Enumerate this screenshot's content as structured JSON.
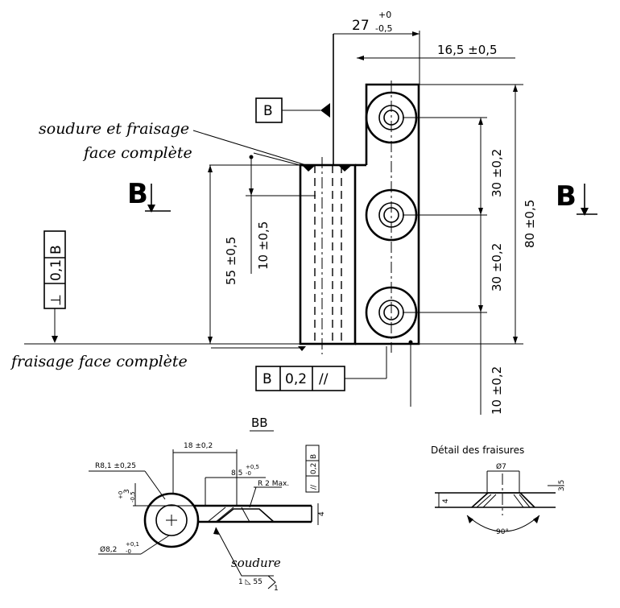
{
  "dimensions": {
    "width_27": "27",
    "width_27_tol_up": "+0",
    "width_27_tol_dn": "-0,5",
    "d_16_5": "16,5 ±0,5",
    "h_80": "80 ±0,5",
    "pitch_30_a": "30 ±0,2",
    "pitch_30_b": "30 ±0,2",
    "bottom_10": "10 ±0,2",
    "h_55": "55 ±0,5",
    "h_10": "10 ±0,5"
  },
  "datum": {
    "B": "B"
  },
  "tolerances": {
    "perp_symbol": "⊥",
    "perp_value": "0,1",
    "perp_datum": "B",
    "par_datum": "B",
    "par_value": "0,2",
    "par_symbol": "//"
  },
  "notes": {
    "weld_line1": "soudure et fraisage",
    "weld_line2": "face complète",
    "milling": "fraisage face complète",
    "weld_bb": "soudure"
  },
  "view_labels": {
    "left": "B",
    "right": "B"
  },
  "section_bb": {
    "title": "BB",
    "d18": "18 ±0,2",
    "r8": "R8,1 ±0,25",
    "d3": "3",
    "d3_tol_up": "+0",
    "d3_tol_dn": "-0,5",
    "d8_5": "8,5",
    "d8_5_tol_up": "+0,5",
    "d8_5_tol_dn": "-0",
    "r2": "R 2 Max.",
    "d4": "4",
    "dia8_2": "Ø8,2",
    "dia8_2_tol_up": "+0,1",
    "dia8_2_tol_dn": "-0",
    "weld_symbol": "1 ◺ 55",
    "weld_count": "1",
    "fcf_symbol": "//",
    "fcf_value": "0,2",
    "fcf_datum": "B"
  },
  "detail": {
    "title": "Détail des fraisures",
    "d7": "Ø7",
    "d3_5": "3,5",
    "d4": "4",
    "angle": "90°"
  }
}
